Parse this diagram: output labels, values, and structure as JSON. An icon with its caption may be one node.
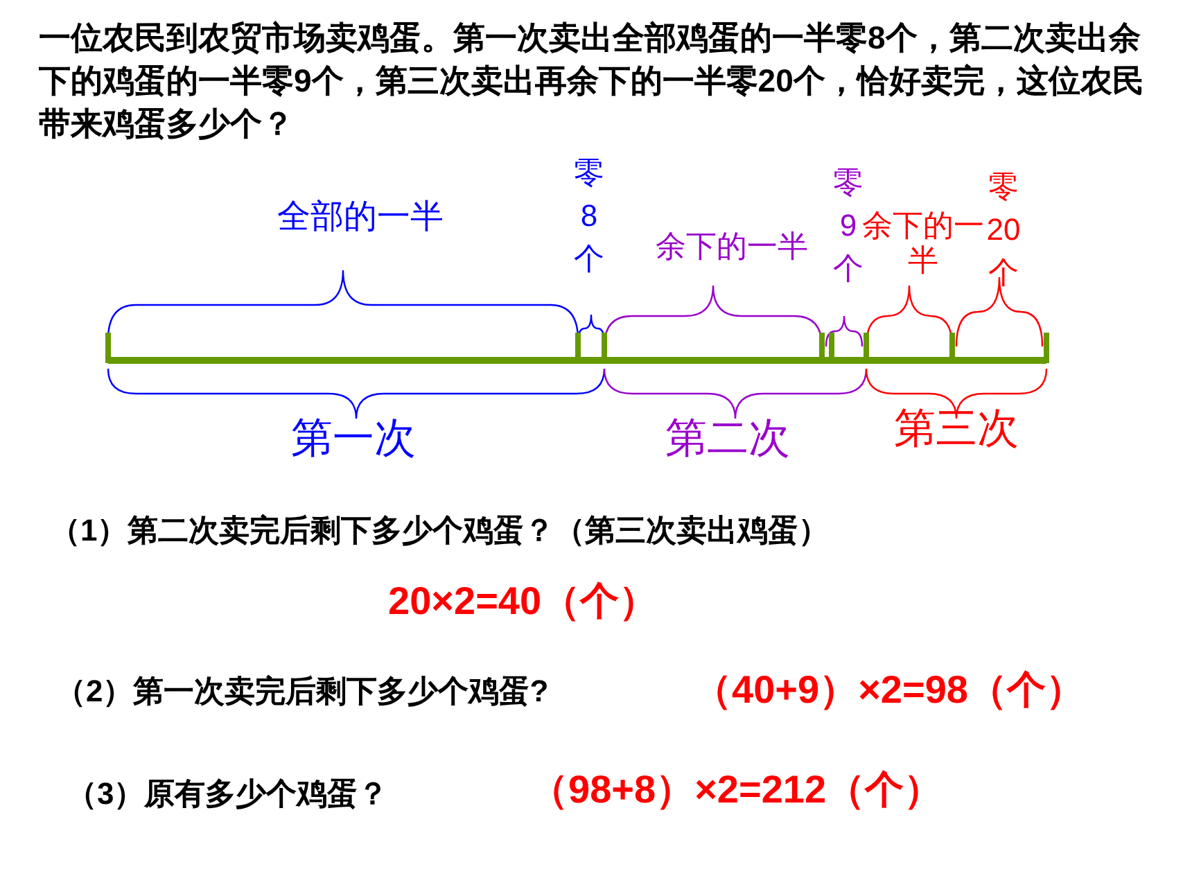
{
  "diagram": {
    "title": "一位农民到农贸市场卖鸡蛋。第一次卖出全部鸡蛋的一半零8个，第二次卖出余下的鸡蛋的一半零9个，第三次卖出再余下的一半零20个，恰好卖完，这位农民带来鸡蛋多少个？",
    "labels": [
      "全部的一半",
      "零8个",
      "余下的一半",
      "零9个",
      "余下的一半",
      "零20个",
      "第一次",
      "第二次",
      "第三次",
      "（1）第二次卖完后剩下多少个鸡蛋？（第三次卖出鸡蛋）",
      "20×2=40（个）",
      "（2）第一次卖完后剩下多少个鸡蛋?",
      "（40+9）×2=98（个）",
      "（3）原有多少个鸡蛋？",
      "（98+8）×2=212（个）"
    ]
  }
}
